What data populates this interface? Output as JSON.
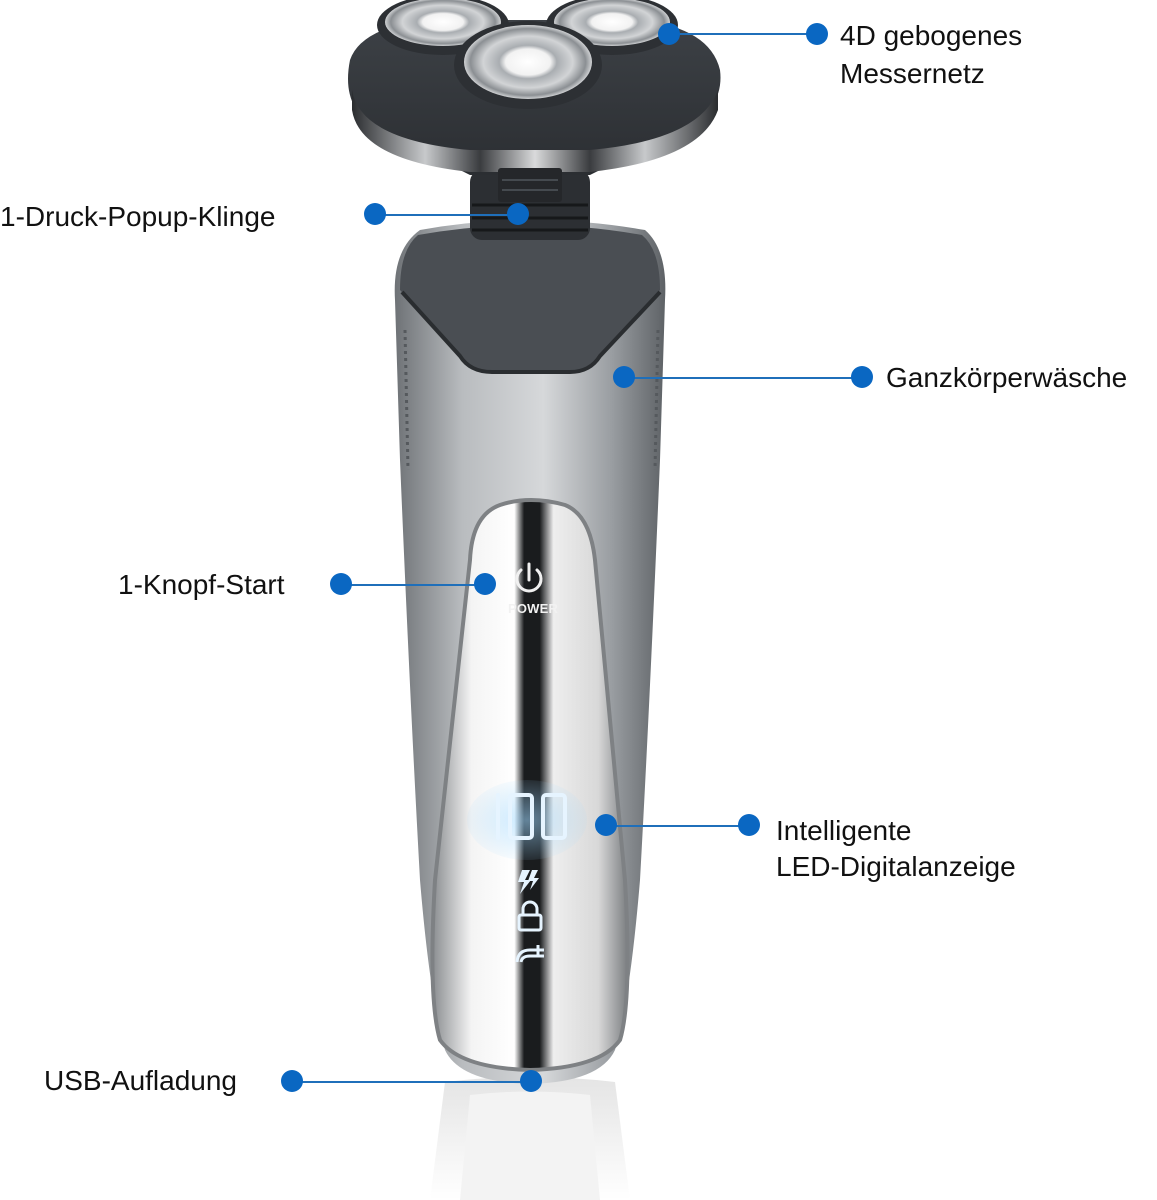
{
  "image": {
    "subject": "Electric rotary shaver with labeled features",
    "accent_color": "#0a67c2",
    "display": {
      "digits": "100",
      "power_label": "POWER",
      "icons": [
        "power-icon",
        "lightning-charge-icon",
        "lock-icon",
        "water-tap-icon"
      ]
    }
  },
  "callouts": [
    {
      "id": "blades",
      "text_line1": "4D gebogenes",
      "text_line2": "Messernetz"
    },
    {
      "id": "popup",
      "text_line1": "1-Druck-Popup-Klinge"
    },
    {
      "id": "wash",
      "text_line1": "Ganzkörperwäsche"
    },
    {
      "id": "start",
      "text_line1": "1-Knopf-Start"
    },
    {
      "id": "led",
      "text_line1": "Intelligente",
      "text_line2": "LED-Digitalanzeige"
    },
    {
      "id": "usb",
      "text_line1": "USB-Aufladung"
    }
  ]
}
